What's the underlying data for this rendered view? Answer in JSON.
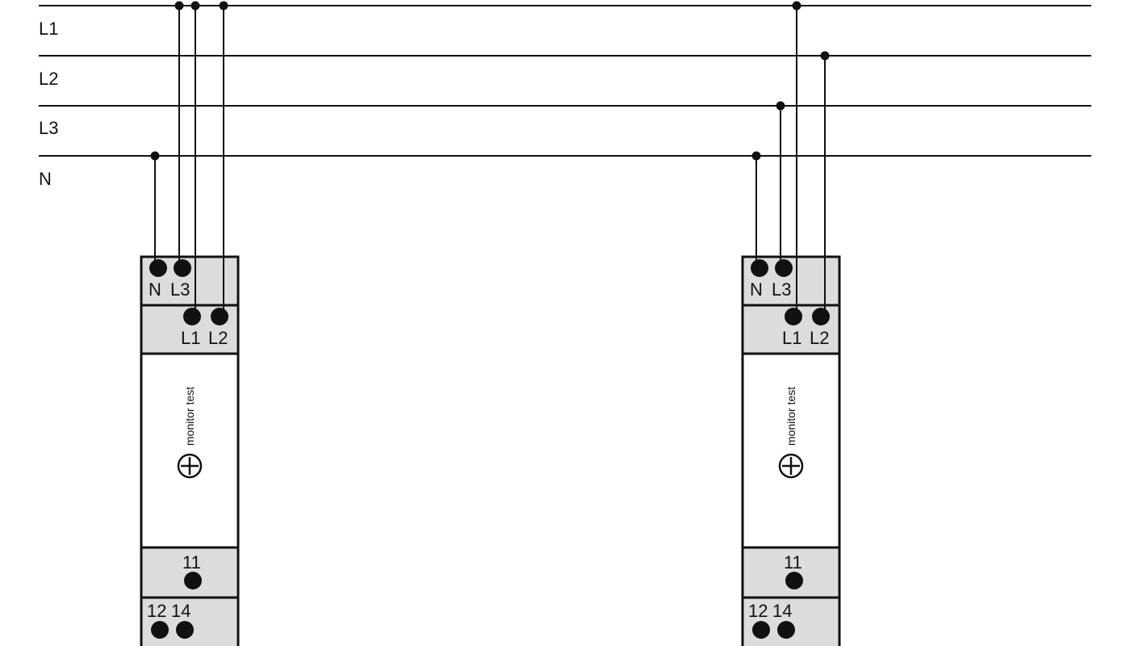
{
  "rails": [
    {
      "label": "L1"
    },
    {
      "label": "L2"
    },
    {
      "label": "L3"
    },
    {
      "label": "N"
    }
  ],
  "modules": [
    {
      "terminals_top": {
        "n": "N",
        "l3": "L3",
        "l1": "L1",
        "l2": "L2"
      },
      "monitor_label": "monitor test",
      "terminal_11": "11",
      "terminal_12": "12",
      "terminal_14": "14"
    },
    {
      "terminals_top": {
        "n": "N",
        "l3": "L3",
        "l1": "L1",
        "l2": "L2"
      },
      "monitor_label": "monitor test",
      "terminal_11": "11",
      "terminal_12": "12",
      "terminal_14": "14"
    }
  ],
  "colors": {
    "line": "#111111",
    "module_fill_grey": "#dcdcdc",
    "module_fill_white": "#ffffff"
  },
  "icons": {
    "test_button": "plus-circle-icon",
    "terminal": "filled-circle-terminal"
  }
}
